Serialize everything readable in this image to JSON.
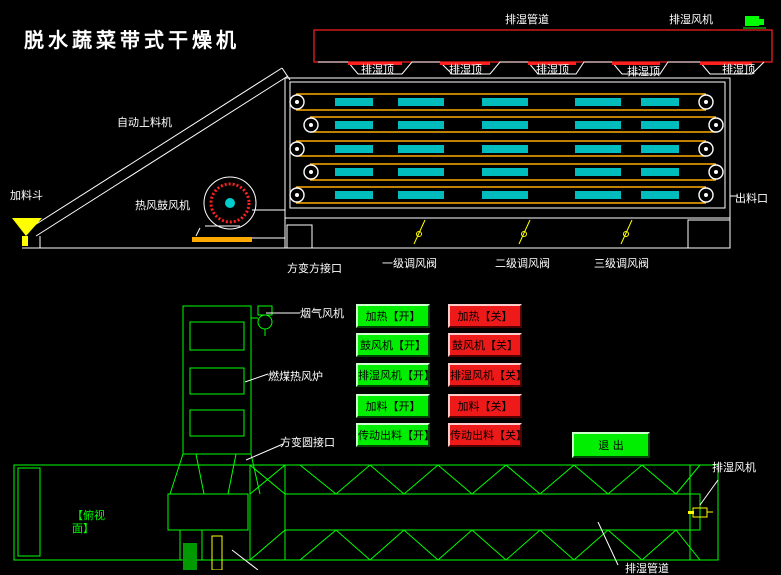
{
  "title": "脱水蔬菜带式干燥机",
  "labels": {
    "top_exhaust_pipe": "排湿管道",
    "top_exhaust_fan": "排湿风机",
    "exhaust_top": "排湿顶",
    "auto_feeder": "自动上料机",
    "hopper": "加料斗",
    "hot_blower": "热风鼓风机",
    "outlet": "出料口",
    "square_joint": "方变方接口",
    "damper_1": "一级调风阀",
    "damper_2": "二级调风阀",
    "damper_3": "三级调风阀",
    "flue_fan": "烟气风机",
    "furnace": "燃煤热风炉",
    "round_joint": "方变圆接口",
    "bottom_exhaust_fan": "排湿风机",
    "bottom_exhaust_pipe": "排湿管道",
    "top_view": "【俯视\n面】"
  },
  "controls": {
    "heat_on": "加热【开】",
    "heat_off": "加热【关】",
    "blower_on": "鼓风机【开】",
    "blower_off": "鼓风机【关】",
    "exhaust_on": "排湿风机【开】",
    "exhaust_off": "排湿风机【关】",
    "feed_on": "加料【开】",
    "feed_off": "加料【关】",
    "drive_on": "传动出料【开】",
    "drive_off": "传动出料【关】",
    "exit": "退 出"
  },
  "colors": {
    "line": "#00ff00",
    "belt": "#ffaa00",
    "duct": "#ff0000",
    "tray": "#00cccc",
    "on": "#00ee00",
    "off": "#ee1a1a"
  }
}
